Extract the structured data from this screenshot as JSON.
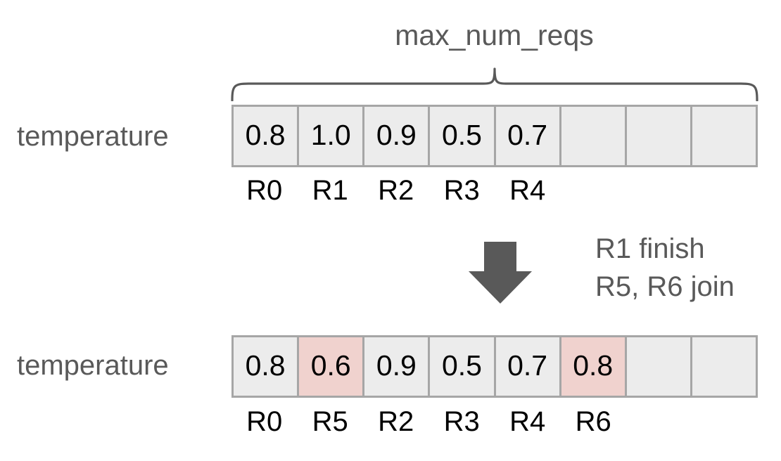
{
  "diagram": {
    "title": "max_num_reqs",
    "brace_icon": "curly-brace-icon",
    "arrow_icon": "down-arrow-icon",
    "colors": {
      "cell_fill": "#ececec",
      "cell_border": "#a6a6a6",
      "highlight_fill": "#f0d2ce",
      "label_gray": "#595959",
      "value_black": "#000000",
      "arrow_gray": "#595959",
      "background": "#ffffff"
    },
    "max_num_reqs": 8,
    "rows": [
      {
        "id": "before",
        "label": "temperature",
        "cells": [
          {
            "value": "0.8",
            "highlighted": false,
            "tick": "R0"
          },
          {
            "value": "1.0",
            "highlighted": false,
            "tick": "R1"
          },
          {
            "value": "0.9",
            "highlighted": false,
            "tick": "R2"
          },
          {
            "value": "0.5",
            "highlighted": false,
            "tick": "R3"
          },
          {
            "value": "0.7",
            "highlighted": false,
            "tick": "R4"
          },
          {
            "value": "",
            "highlighted": false,
            "tick": ""
          },
          {
            "value": "",
            "highlighted": false,
            "tick": ""
          },
          {
            "value": "",
            "highlighted": false,
            "tick": ""
          }
        ]
      },
      {
        "id": "after",
        "label": "temperature",
        "cells": [
          {
            "value": "0.8",
            "highlighted": false,
            "tick": "R0"
          },
          {
            "value": "0.6",
            "highlighted": true,
            "tick": "R5"
          },
          {
            "value": "0.9",
            "highlighted": false,
            "tick": "R2"
          },
          {
            "value": "0.5",
            "highlighted": false,
            "tick": "R3"
          },
          {
            "value": "0.7",
            "highlighted": false,
            "tick": "R4"
          },
          {
            "value": "0.8",
            "highlighted": true,
            "tick": "R6"
          },
          {
            "value": "",
            "highlighted": false,
            "tick": ""
          },
          {
            "value": "",
            "highlighted": false,
            "tick": ""
          }
        ]
      }
    ],
    "transition": {
      "lines": [
        "R1 finish",
        "R5, R6 join"
      ]
    }
  }
}
